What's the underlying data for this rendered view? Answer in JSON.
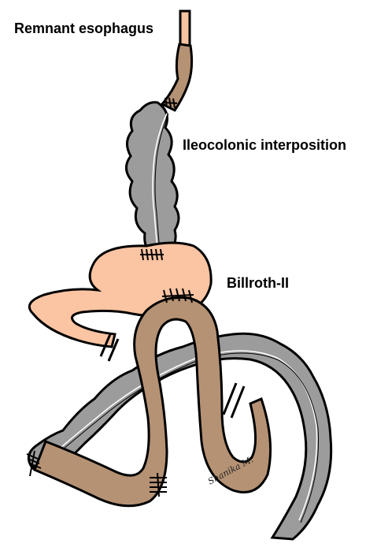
{
  "labels": {
    "remnant_esophagus": "Remnant esophagus",
    "ileocolonic_interposition": "Ileocolonic interposition",
    "billroth": "Billroth-II"
  },
  "signature": "Shanika M.",
  "colors": {
    "esophagus_fill": "#f6c3a0",
    "stomach_fill": "#fbc4a2",
    "small_bowel_fill": "#b59274",
    "colon_fill": "#9c9c9c",
    "outline": "#000000"
  }
}
